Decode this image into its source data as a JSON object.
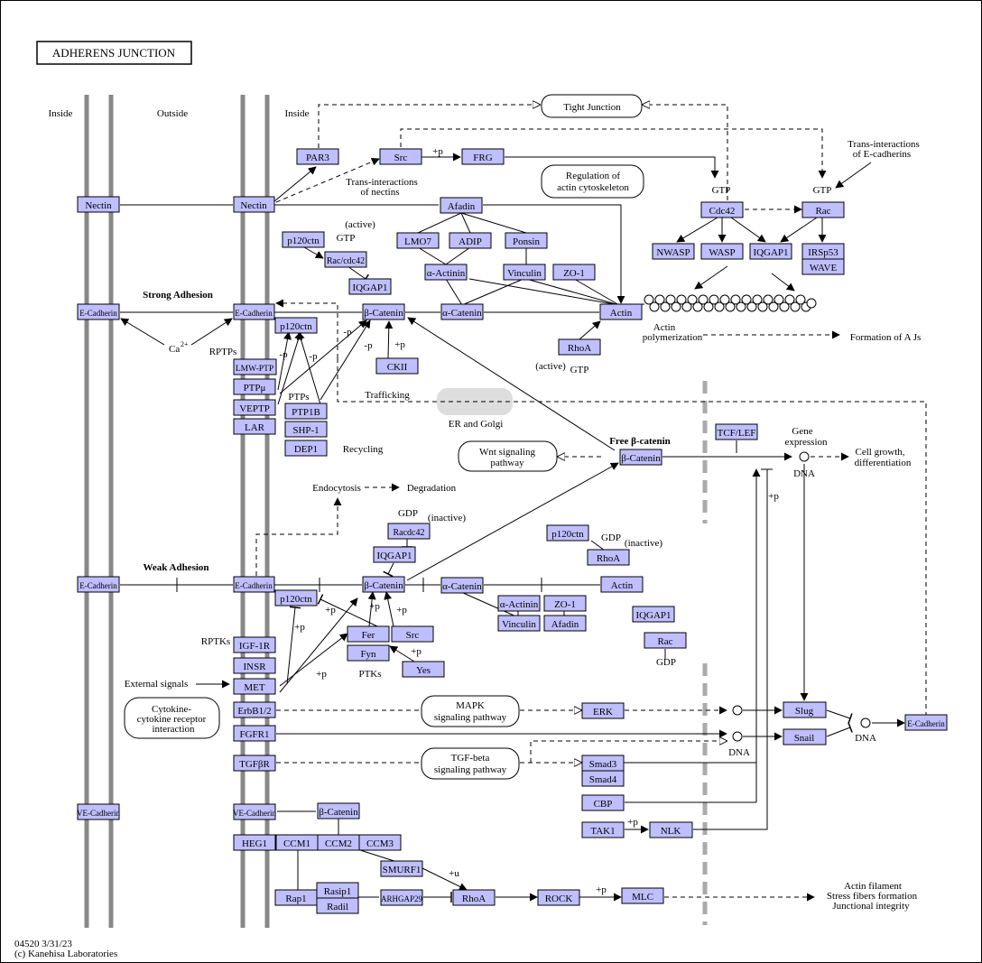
{
  "title": "ADHERENS  JUNCTION",
  "footer": {
    "code": "04520 3/31/23",
    "copyright": "(c) Kanehisa Laboratories"
  },
  "labels": {
    "inside_left": "Inside",
    "outside": "Outside",
    "inside_right": "Inside",
    "strong_adhesion": "Strong Adhesion",
    "weak_adhesion": "Weak Adhesion",
    "ca": "Ca",
    "ca_sup": "2+",
    "rptps": "RPTPs",
    "ptps": "PTPs",
    "rptks": "RPTKs",
    "ptks": "PTKs",
    "external_signals": "External signals",
    "trans_nectins_1": "Trans-interactions",
    "trans_nectins_2": "of nectins",
    "trans_ecad_1": "Trans-interactions",
    "trans_ecad_2": "of E-cadherins",
    "gtp_active": "(active)",
    "gtp": "GTP",
    "gdp": "GDP",
    "inactive": "(inactive)",
    "active": "(active)",
    "actin_poly_1": "Actin",
    "actin_poly_2": "polymerization",
    "formation": "Formation of A Js",
    "trafficking": "Trafficking",
    "er_golgi": "ER and Golgi",
    "recycling": "Recycling",
    "endocytosis": "Endocytosis",
    "degradation": "Degradation",
    "free_bcat": "Free β-catenin",
    "gene_expr_1": "Gene",
    "gene_expr_2": "expression",
    "dna": "DNA",
    "cell_growth_1": "Cell growth,",
    "cell_growth_2": "differentiation",
    "actin_fil_1": "Actin filament",
    "actin_fil_2": "Stress fibers formation",
    "actin_fil_3": "Junctional integrity",
    "p": "+p",
    "mp": "-p",
    "u": "+u"
  },
  "pathways": {
    "tight_junction": "Tight Junction",
    "reg_actin_1": "Regulation of",
    "reg_actin_2": "actin cytoskeleton",
    "wnt_1": "Wnt signaling",
    "wnt_2": "pathway",
    "mapk_1": "MAPK",
    "mapk_2": "signaling pathway",
    "tgf_1": "TGF-beta",
    "tgf_2": "signaling pathway",
    "cytokine_1": "Cytokine-",
    "cytokine_2": "cytokine receptor",
    "cytokine_3": "interaction"
  },
  "genes": {
    "nectin": "Nectin",
    "par3": "PAR3",
    "src": "Src",
    "frg": "FRG",
    "afadin": "Afadin",
    "p120ctn": "p120ctn",
    "rac_cdc42": "Rac/cdc42",
    "racdc42": "Racdc42",
    "iqgap1": "IQGAP1",
    "lmo7": "LMO7",
    "adip": "ADIP",
    "ponsin": "Ponsin",
    "a_actinin": "α-Actinin",
    "vinculin": "Vinculin",
    "zo1": "ZO-1",
    "cdc42": "Cdc42",
    "rac": "Rac",
    "nwasp": "NWASP",
    "wasp": "WASP",
    "irsp53": "IRSp53",
    "wave": "WAVE",
    "ecad": "E-Cadherin",
    "b_catenin": "β-Catenin",
    "a_catenin": "α-Catenin",
    "actin": "Actin",
    "rhoa": "RhoA",
    "ckii": "CKII",
    "lmw_ptp": "LMW-PTP",
    "ptpmu": "PTPμ",
    "veptp": "VEPTP",
    "lar": "LAR",
    "ptp1b": "PTP1B",
    "shp1": "SHP-1",
    "dep1": "DEP1",
    "tcf_lef": "TCF/LEF",
    "igf1r": "IGF-1R",
    "insr": "INSR",
    "met": "MET",
    "erbb12": "ErbB1/2",
    "fgfr1": "FGFR1",
    "tgfbr": "TGFβR",
    "fer": "Fer",
    "fyn": "Fyn",
    "yes": "Yes",
    "erk": "ERK",
    "slug": "Slug",
    "snail": "Snail",
    "smad3": "Smad3",
    "smad4": "Smad4",
    "cbp": "CBP",
    "tak1": "TAK1",
    "nlk": "NLK",
    "vecad": "VE-Cadherin",
    "heg1": "HEG1",
    "ccm1": "CCM1",
    "ccm2": "CCM2",
    "ccm3": "CCM3",
    "smurf1": "SMURF1",
    "rap1": "Rap1",
    "rasip1": "Rasip1",
    "radil": "Radil",
    "arhgap29": "ARHGAP29",
    "rock": "ROCK",
    "mlc": "MLC"
  },
  "colors": {
    "gene_fill": "#bfbfff",
    "membrane": "#888888",
    "nucleus_barrier": "#aaaaaa",
    "er_golgi": "#dddddd"
  }
}
